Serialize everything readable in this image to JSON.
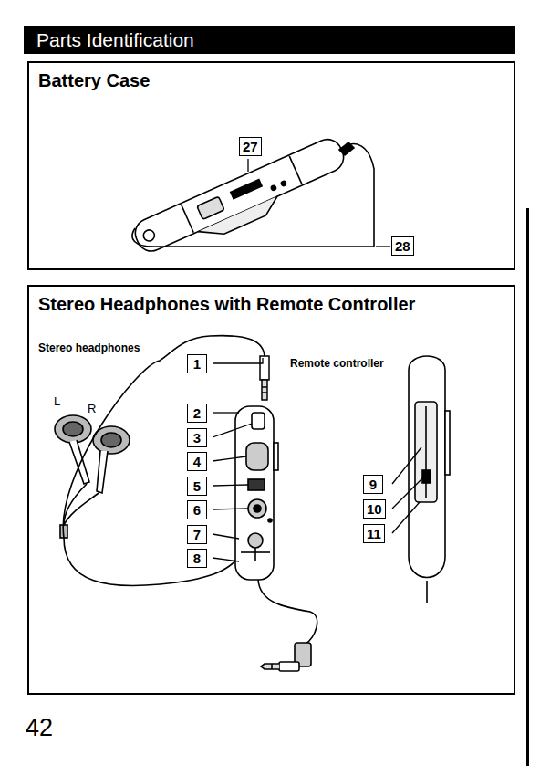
{
  "diagram": {
    "title": "Parts Identification",
    "nodes": [
      {
        "text": [
          "Battery Case"
        ]
      },
      {
        "text": [
          "27"
        ],
        "in": 0
      },
      {
        "text": [
          "28"
        ],
        "in": 0
      },
      {
        "text": [
          "Stereo Headphones with Remote Controller"
        ]
      },
      {
        "text": [
          "1"
        ],
        "in": 3
      },
      {
        "text": [
          "2"
        ],
        "in": 3
      },
      {
        "text": [
          "3"
        ],
        "in": 3
      },
      {
        "text": [
          "4"
        ],
        "in": 3
      },
      {
        "text": [
          "5"
        ],
        "in": 3
      },
      {
        "text": [
          "6"
        ],
        "in": 3
      },
      {
        "text": [
          "7"
        ],
        "in": 3
      },
      {
        "text": [
          "8"
        ],
        "in": 3
      },
      {
        "text": [
          "9"
        ],
        "in": 3
      },
      {
        "text": [
          "10"
        ],
        "in": 3
      },
      {
        "text": [
          "11"
        ],
        "in": 3
      }
    ],
    "labels": [
      "Stereo headphones",
      "L",
      "R",
      "Remote controller",
      "42"
    ]
  }
}
